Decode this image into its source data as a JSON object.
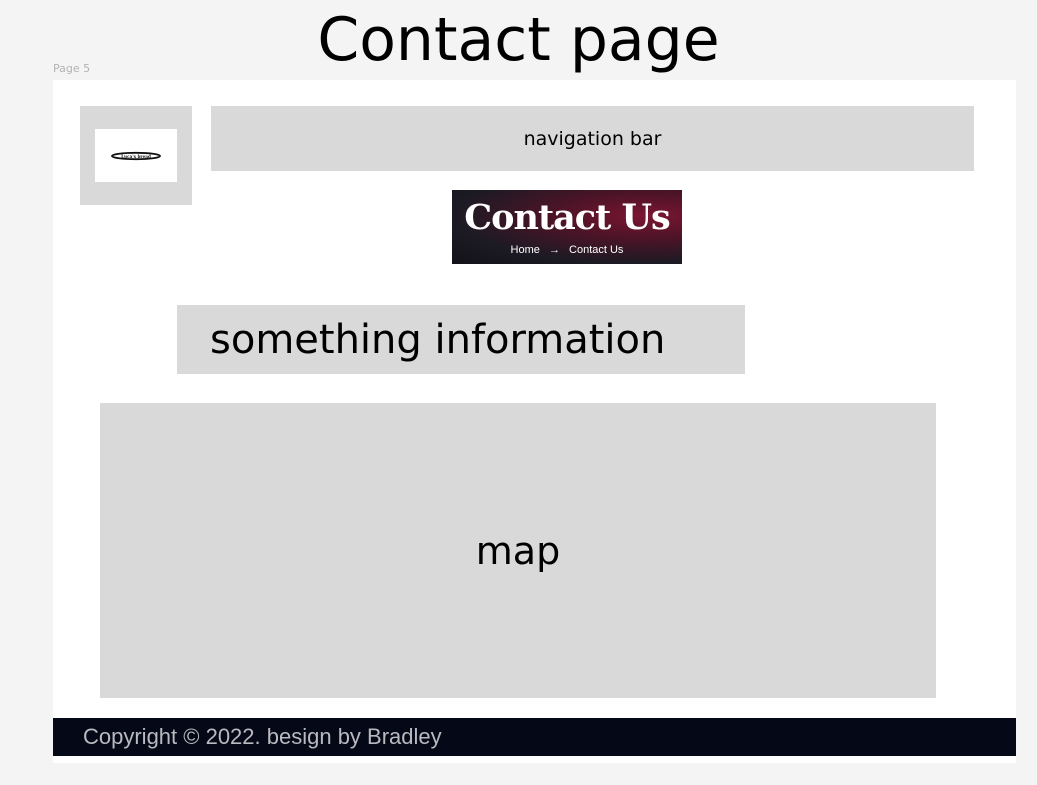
{
  "canvas": {
    "title": "Contact page",
    "page_label": "Page 5"
  },
  "header": {
    "logo_text": "Luca's bread",
    "nav_label": "navigation bar"
  },
  "hero": {
    "title": "Contact Us",
    "breadcrumb": {
      "home": "Home",
      "separator": "→",
      "current": "Contact Us"
    }
  },
  "info": {
    "label": "something information"
  },
  "map": {
    "label": "map"
  },
  "footer": {
    "copyright": "Copyright © 2022. besign by Bradley"
  },
  "colors": {
    "placeholder_gray": "#d9d9d9",
    "footer_bg": "#050816",
    "canvas_bg": "#f4f4f4"
  }
}
